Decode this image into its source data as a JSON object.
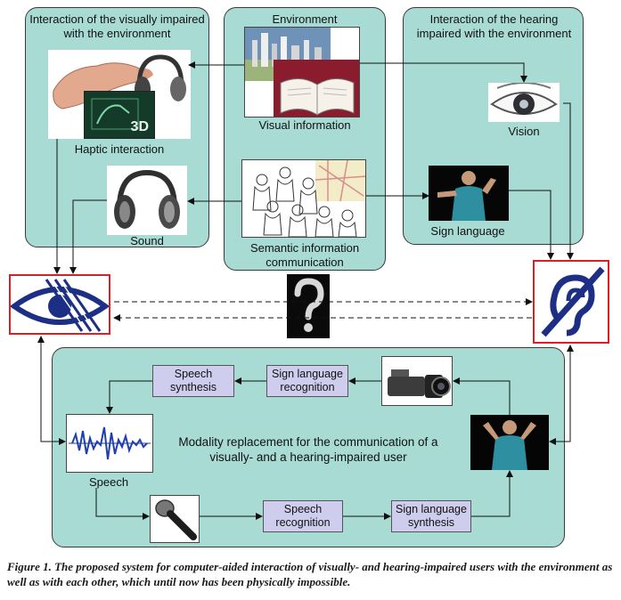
{
  "panels": {
    "visually_impaired": "Interaction of the visually impaired with the environment",
    "environment": "Environment",
    "hearing_impaired": "Interaction of the hearing impaired with the environment"
  },
  "labels": {
    "haptic": "Haptic interaction",
    "sound": "Sound",
    "visual_info": "Visual information",
    "semantic": "Semantic information communication",
    "vision": "Vision",
    "sign_language": "Sign language",
    "speech": "Speech"
  },
  "process_boxes": {
    "speech_synthesis": "Speech synthesis",
    "sign_recognition": "Sign language recognition",
    "speech_recognition": "Speech recognition",
    "sign_synthesis": "Sign language synthesis"
  },
  "icon_texts": {
    "three_d": "3D"
  },
  "modality_text": "Modality replacement for the communication of a visually- and a hearing-impaired user",
  "caption": "Figure 1. The proposed system for computer-aided interaction of visually- and hearing-impaired users with the environment as well as with each other, which until now has been physically impossible.",
  "colors": {
    "panel_fill": "#a8dbd4",
    "process_box_fill": "#cfcdee",
    "accessibility_icon_blue": "#1d2f85",
    "icon_frame_red": "#d2232a"
  }
}
